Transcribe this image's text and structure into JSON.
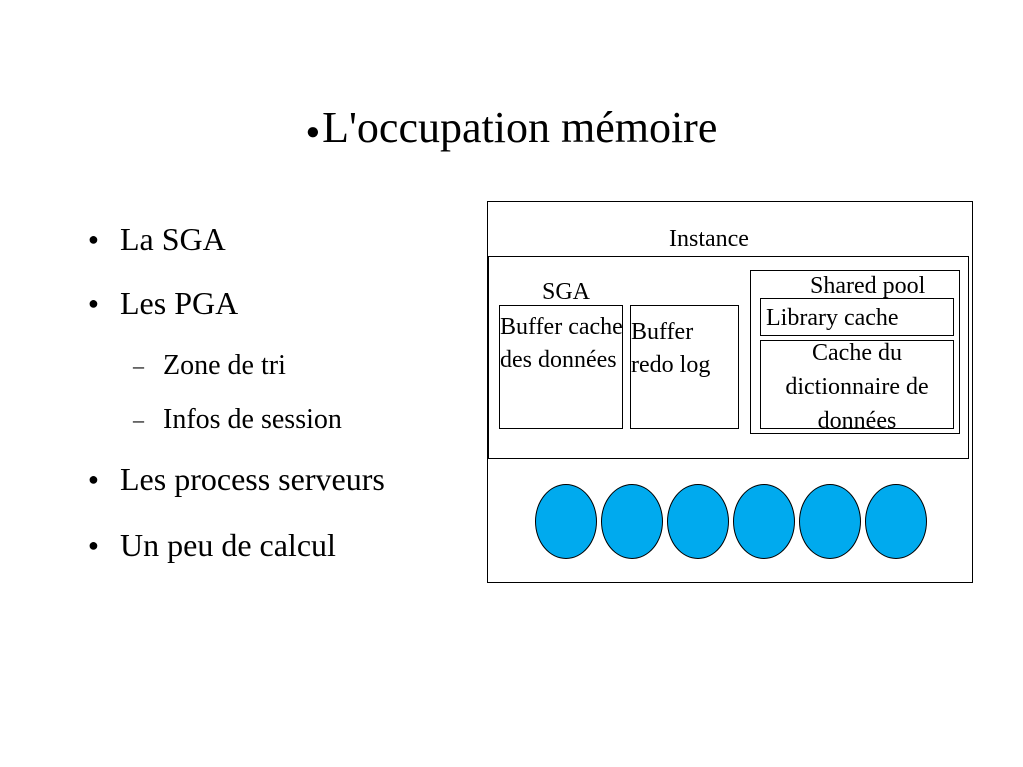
{
  "slide": {
    "title_bullet": "●",
    "title": "L'occupation mémoire"
  },
  "bullets": {
    "marker": "●",
    "sub_marker": "–",
    "items": [
      {
        "label": "La SGA"
      },
      {
        "label": "Les PGA",
        "subitems": [
          "Zone de tri",
          "Infos de session"
        ]
      },
      {
        "label": "Les process serveurs"
      },
      {
        "label": "Un peu de calcul"
      }
    ]
  },
  "diagram": {
    "instance_label": "Instance",
    "sga_label": "SGA",
    "buffer_cache_label": "Buffer cache des données",
    "redo_log_label": "Buffer redo log",
    "shared_pool_label": "Shared pool",
    "library_cache_label": "Library cache",
    "dictionary_cache_label": "Cache du dictionnaire de données",
    "process_count": 6,
    "process_color": "#00aaee"
  }
}
